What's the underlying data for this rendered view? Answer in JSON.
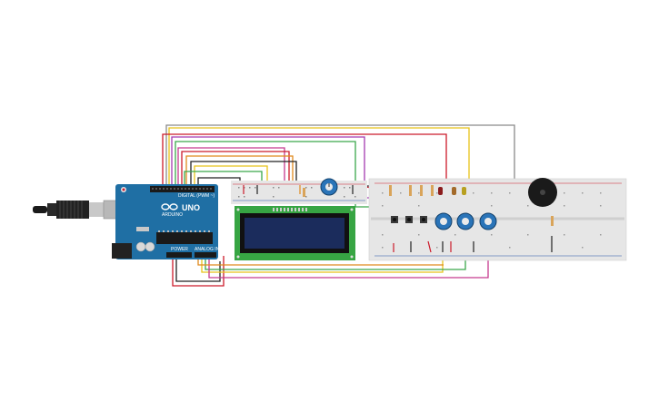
{
  "board": {
    "brand_text": "UNO",
    "sub_text": "ARDUINO",
    "digital_label": "DIGITAL (PWM ~)",
    "power_label": "POWER",
    "analog_label": "ANALOG IN"
  },
  "colors": {
    "arduino_blue": "#1f6fa4",
    "breadboard": "#e6e6e6",
    "lcd_green": "#37a543",
    "lcd_screen": "#1b2c5c",
    "pot_blue": "#2a74b8",
    "wire_red": "#cc1a2a",
    "wire_black": "#222222",
    "wire_yellow": "#e7c21a",
    "wire_green": "#3aa84a",
    "wire_purple": "#a33ab0",
    "wire_orange": "#e08a1e",
    "wire_gray": "#8a8a8a",
    "wire_magenta": "#c53a8f"
  },
  "icons": [
    "usb-cable-icon",
    "buzzer-icon",
    "potentiometer-icon",
    "pushbutton-icon",
    "led-icon",
    "resistor-icon"
  ]
}
